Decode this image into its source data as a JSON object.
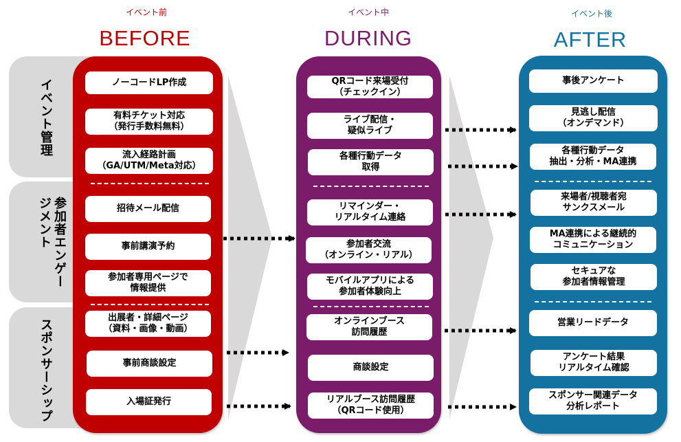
{
  "phases": [
    {
      "id": "before",
      "subtitle": "イベント前",
      "title": "BEFORE",
      "color": "#c00000"
    },
    {
      "id": "during",
      "subtitle": "イベント中",
      "title": "DURING",
      "color": "#7b1c6b"
    },
    {
      "id": "after",
      "subtitle": "イベント後",
      "title": "AFTER",
      "color": "#1372a0"
    }
  ],
  "categories": [
    {
      "label_lines": [
        "イベント管理"
      ]
    },
    {
      "label_lines": [
        "参加者",
        "エンゲージメント"
      ]
    },
    {
      "label_lines": [
        "スポンサーシップ"
      ]
    }
  ],
  "before_items": [
    "ノーコードLP作成",
    "有料チケット対応\n（発行手数料無料）",
    "流入経路計画\n（GA/UTM/Meta対応）",
    "招待メール配信",
    "事前講演予約",
    "参加者専用ページで\n情報提供",
    "出展者・詳細ページ\n（資料・画像・動画）",
    "事前商談設定",
    "入場証発行"
  ],
  "during_items": [
    "QRコード来場受付\n（チェックイン）",
    "ライブ配信・\n疑似ライブ",
    "各種行動データ\n取得",
    "リマインダー・\nリアルタイム連絡",
    "参加者交流\n（オンライン・リアル）",
    "モバイルアプリによる\n参加者体験向上",
    "オンラインブース\n訪問履歴",
    "商談設定",
    "リアルブース訪問履歴\n（QRコード使用）"
  ],
  "after_items": [
    "事後アンケート",
    "見逃し配信\n（オンデマンド）",
    "各種行動データ\n抽出・分析・MA連携",
    "来場者/視聴者宛\nサンクスメール",
    "MA連携による継続的\nコミュニケーション",
    "セキュアな\n参加者情報管理",
    "営業リードデータ",
    "アンケート結果\nリアルタイム確認",
    "スポンサー関連データ\n分析レポート"
  ],
  "connections": [
    {
      "from": "before.事前講演予約",
      "to": "during.参加者交流"
    },
    {
      "from": "before.事前商談設定",
      "to": "during.商談設定"
    },
    {
      "from": "before.入場証発行",
      "to": "during.リアルブース訪問履歴"
    },
    {
      "from": "during.ライブ配信・疑似ライブ",
      "to": "after.見逃し配信"
    },
    {
      "from": "during.各種行動データ取得",
      "to": "after.各種行動データ抽出・分析・MA連携"
    },
    {
      "from": "during.リマインダー・リアルタイム連絡",
      "to": "after.来場者/視聴者宛サンクスメール"
    },
    {
      "from": "during.オンラインブース訪問履歴",
      "to": "after.営業リードデータ"
    },
    {
      "from": "during.リアルブース訪問履歴",
      "to": "after.スポンサー関連データ分析レポート"
    }
  ]
}
